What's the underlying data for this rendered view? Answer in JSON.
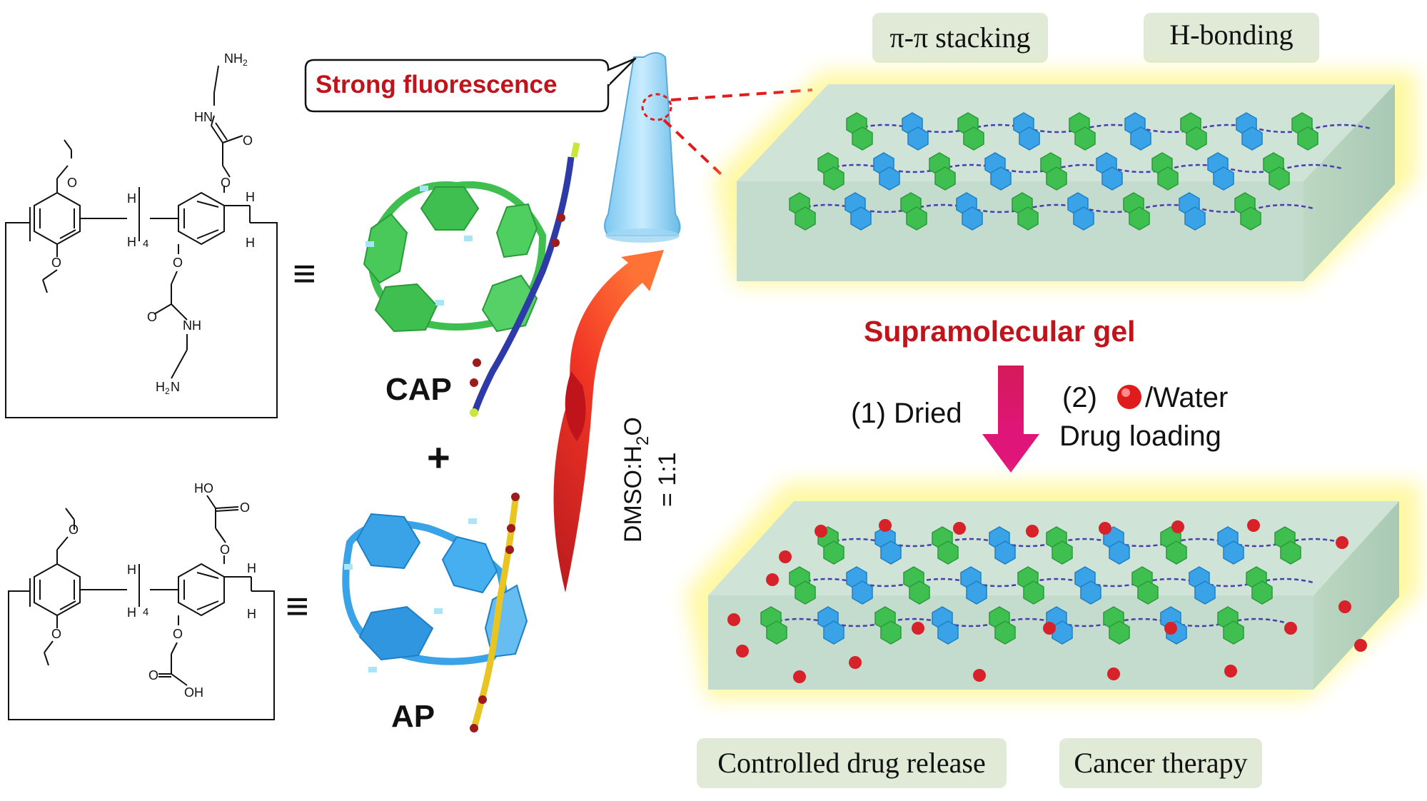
{
  "callout": {
    "text": "Strong fluorescence"
  },
  "interactions": {
    "left": "π-π stacking",
    "right": "H-bonding"
  },
  "gel_label": "Supramolecular gel",
  "applications": {
    "left": "Controlled drug release",
    "right": "Cancer therapy"
  },
  "step1": "(1) Dried",
  "step2": {
    "prefix": "(2)",
    "suffix": "/Water",
    "line2": "Drug loading"
  },
  "condition": {
    "line1_a": "DMSO:H",
    "line1_sub": "2",
    "line1_b": "O",
    "line2": "= 1:1"
  },
  "macrocycles": {
    "cap": {
      "label": "CAP"
    },
    "ap": {
      "label": "AP"
    },
    "plus": "+",
    "equiv": "≡"
  },
  "chem": {
    "nh2": "NH",
    "nh2_sub": "2",
    "hn": "HN",
    "o": "O",
    "nh": "NH",
    "h2n_a": "H",
    "h2n_sub": "2",
    "h2n_b": "N",
    "h": "H",
    "four": "4",
    "ho": "HO",
    "oh": "OH"
  },
  "colors": {
    "green": "#3fbf4f",
    "blue": "#3aa3e8",
    "red": "#d8222a",
    "dark_red": "#c0141c",
    "pink": "#e0157a",
    "gel_face": "#cfe6c9",
    "glow": "#fff27a"
  }
}
